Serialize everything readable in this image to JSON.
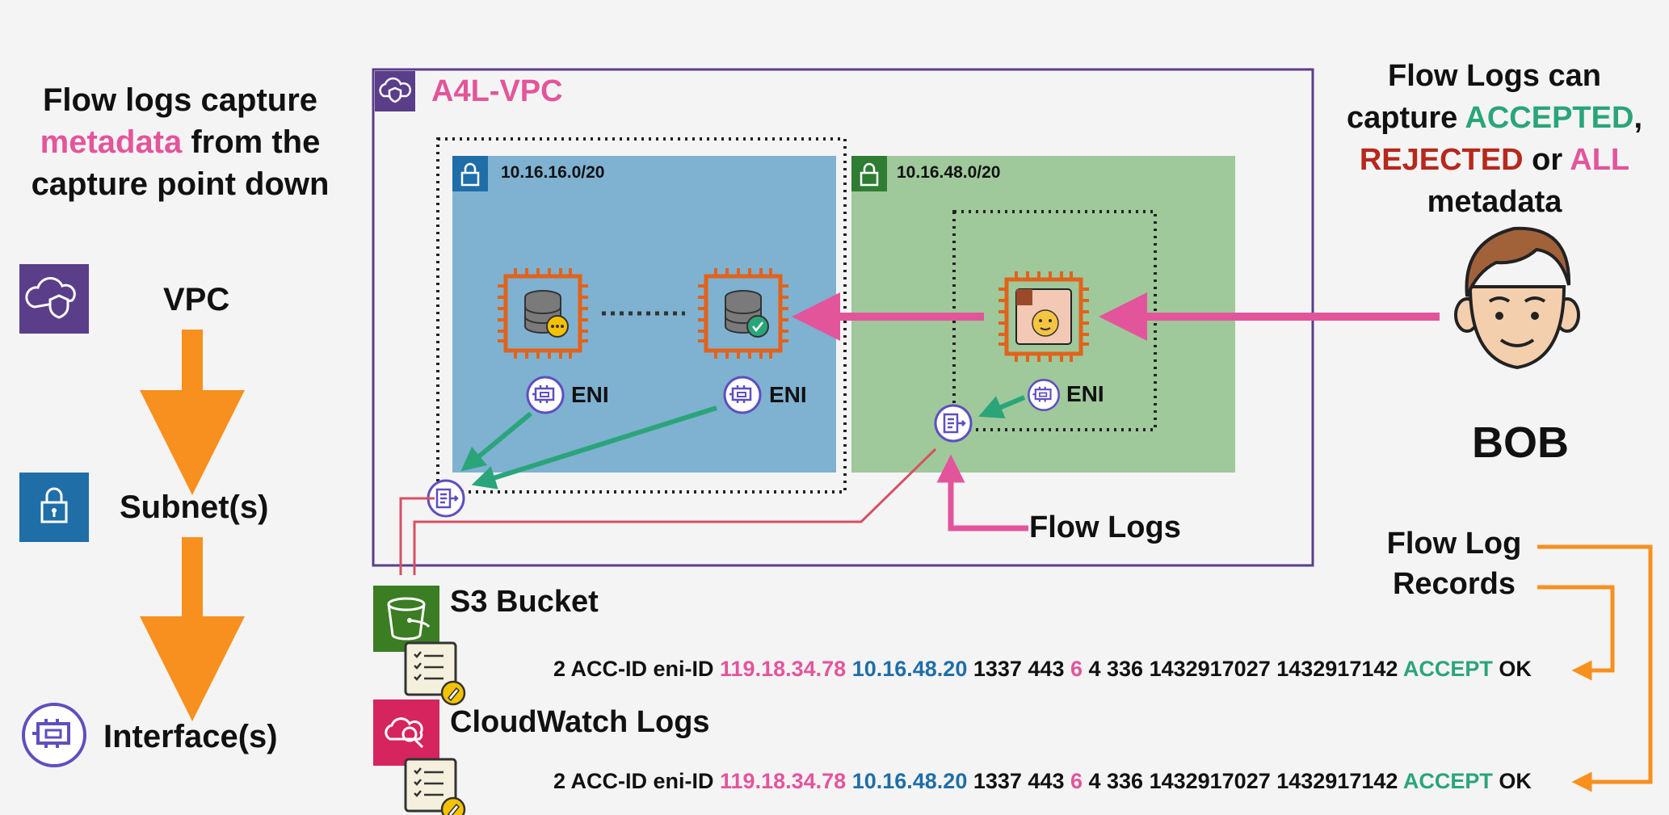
{
  "left_caption": {
    "line1": "Flow logs capture",
    "line2_highlight": "metadata",
    "line2_rest": " from the",
    "line3": "capture point down"
  },
  "hierarchy": {
    "vpc": "VPC",
    "subnets": "Subnet(s)",
    "interfaces": "Interface(s)"
  },
  "vpc": {
    "name": "A4L-VPC"
  },
  "subnets": [
    {
      "cidr": "10.16.16.0/20"
    },
    {
      "cidr": "10.16.48.0/20"
    }
  ],
  "eni_label": "ENI",
  "flow_logs_label": "Flow Logs",
  "right_caption": {
    "line1": "Flow Logs can",
    "line2_prefix": "capture ",
    "accepted": "ACCEPTED",
    "comma": ",",
    "rejected": "REJECTED",
    "or": " or ",
    "all": "ALL",
    "line4": "metadata"
  },
  "user": {
    "name": "BOB"
  },
  "records_label": {
    "line1": "Flow Log",
    "line2": "Records"
  },
  "destinations": [
    {
      "name": "S3 Bucket"
    },
    {
      "name": "CloudWatch Logs"
    }
  ],
  "record": {
    "prefix": "2 ACC-ID eni-ID ",
    "src_ip": "119.18.34.78",
    "dst_ip": "10.16.48.20",
    "ports": " 1337 443 ",
    "protocol": "6",
    "stats": " 4 336 1432917027 1432917142 ",
    "action": "ACCEPT",
    "status": " OK"
  },
  "colors": {
    "pink": "#e3559b",
    "green": "#2aa57a",
    "red": "#b7281c",
    "blue": "#1f6ea8",
    "orange": "#f7901e",
    "vpc_purple": "#5a3e8a",
    "subnet_blue": "#7fb1d1",
    "subnet_green": "#9fc89b",
    "eni_purple": "#5e4fbf",
    "cloudwatch": "#d6245e",
    "s3_green": "#3b7d23"
  }
}
